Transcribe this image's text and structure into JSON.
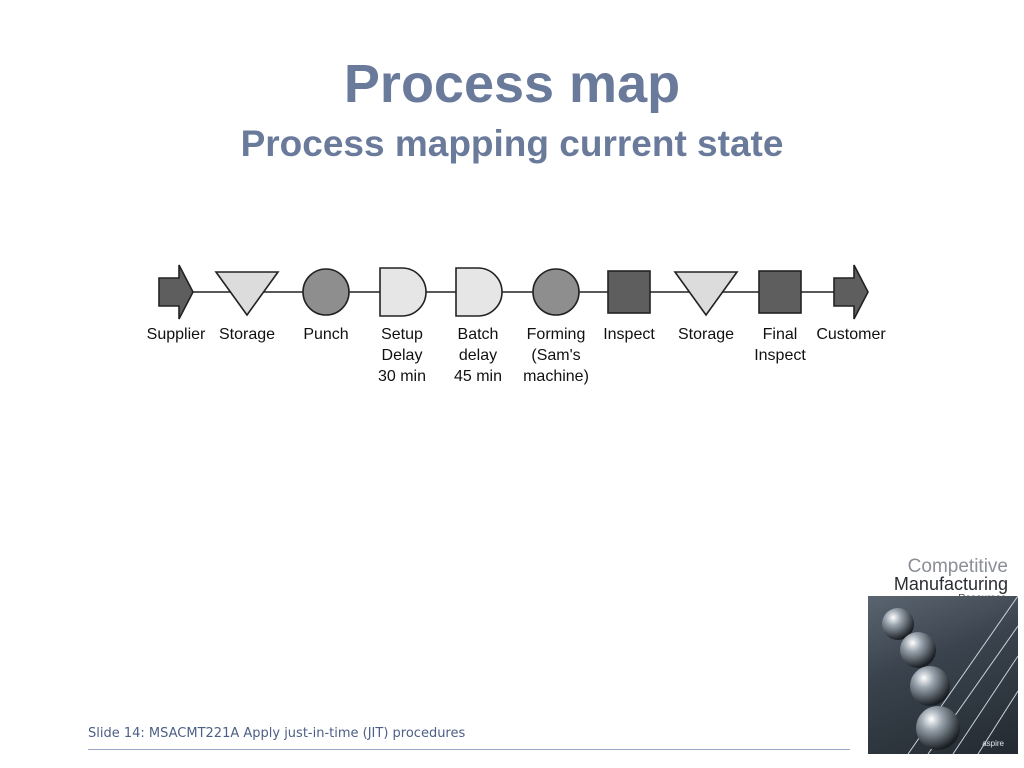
{
  "slide": {
    "title": "Process map",
    "subtitle": "Process mapping current state",
    "footer": "Slide 14: MSACMT221A Apply just-in-time (JIT) procedures"
  },
  "diagram": {
    "steps": [
      {
        "shape": "arrow",
        "label": [
          "Supplier"
        ]
      },
      {
        "shape": "triangle",
        "label": [
          "Storage"
        ]
      },
      {
        "shape": "circle",
        "label": [
          "Punch"
        ]
      },
      {
        "shape": "delay",
        "label": [
          "Setup",
          "Delay",
          "30 min"
        ]
      },
      {
        "shape": "delay",
        "label": [
          "Batch",
          "delay",
          "45 min"
        ]
      },
      {
        "shape": "circle",
        "label": [
          "Forming",
          "(Sam's",
          "machine)"
        ]
      },
      {
        "shape": "square",
        "label": [
          "Inspect"
        ]
      },
      {
        "shape": "triangle",
        "label": [
          "Storage"
        ]
      },
      {
        "shape": "square",
        "label": [
          "Final",
          "Inspect"
        ]
      },
      {
        "shape": "arrow",
        "label": [
          "Customer"
        ]
      }
    ]
  },
  "logo": {
    "line1": "Competitive",
    "line2": "Manufacturing",
    "line3": "Resources",
    "brand": "aspire"
  }
}
